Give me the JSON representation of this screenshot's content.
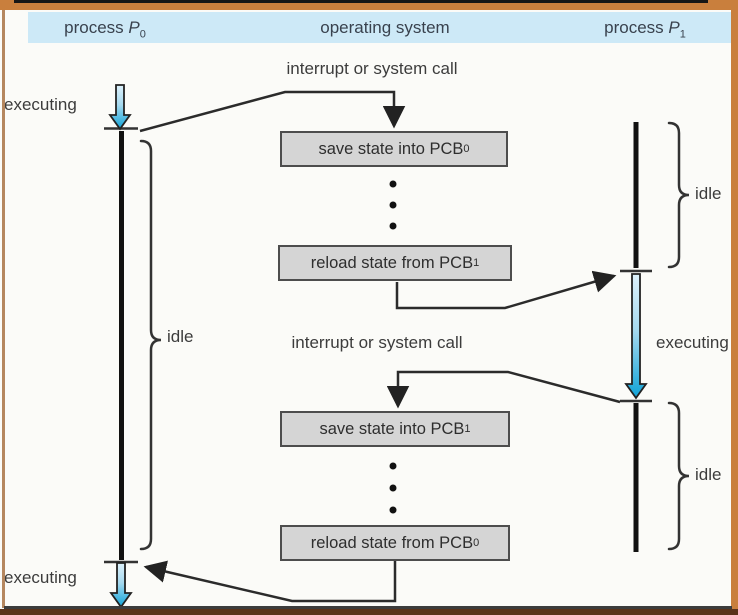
{
  "header": {
    "columns": [
      {
        "prefix": "process ",
        "symbol": "P",
        "sub": "0"
      },
      {
        "label": "operating system"
      },
      {
        "prefix": "process ",
        "symbol": "P",
        "sub": "1"
      }
    ]
  },
  "labels": {
    "interrupt_top": "interrupt or system call",
    "interrupt_bottom": "interrupt or system call",
    "executing_p0_top": "executing",
    "executing_p0_bottom": "executing",
    "executing_p1": "executing",
    "idle_p0": "idle",
    "idle_p1_top": "idle",
    "idle_p1_bottom": "idle"
  },
  "boxes": [
    {
      "text": "save state into PCB",
      "sub": "0"
    },
    {
      "text": "reload state from PCB",
      "sub": "1"
    },
    {
      "text": "save state into PCB",
      "sub": "1"
    },
    {
      "text": "reload state from PCB",
      "sub": "0"
    }
  ],
  "colors": {
    "header_band": "#cde9f7",
    "box_fill": "#d5d5d5",
    "box_border": "#4d4d4d",
    "line": "#2b2b2b",
    "arrow_gradient_top": "#ddf1fb",
    "arrow_gradient_bottom": "#0fa3d8",
    "frame_orange": "#c97f3d",
    "frame_tan": "#b5875f",
    "frame_bottom_strip": "#59321a"
  }
}
